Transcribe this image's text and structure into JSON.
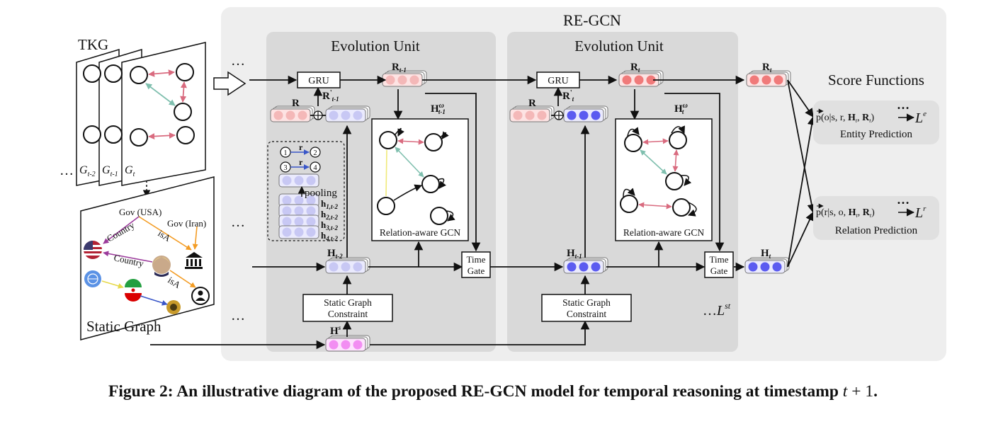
{
  "title": "RE-GCN",
  "left": {
    "tkg_label": "TKG",
    "graph_labels": [
      "G",
      "G",
      "G"
    ],
    "graph_subs": [
      "t-2",
      "t-1",
      "t"
    ],
    "ellipsis": "…"
  },
  "static_graph": {
    "label": "Static Graph",
    "edge_labels": [
      "Gov (USA)",
      "Gov (Iran)",
      "Country",
      "isA",
      "Country",
      "isA"
    ]
  },
  "units": [
    {
      "title": "Evolution Unit",
      "gru": "GRU",
      "r_in": "R",
      "r_in_sub": "t-1",
      "r_static": "R",
      "r_prime": "R",
      "r_prime_sup": "'",
      "r_prime_sub": "t-1",
      "h_omega": "H",
      "h_omega_sup": "ω",
      "h_omega_sub": "t-1",
      "gcn": "Relation-aware GCN",
      "h_in": "H",
      "h_in_sub": "t-2",
      "time_gate": [
        "Time",
        "Gate"
      ],
      "sgc": [
        "Static Graph",
        "Constraint"
      ]
    },
    {
      "title": "Evolution Unit",
      "gru": "GRU",
      "r_in": "R",
      "r_in_sub": "t",
      "r_static": "R",
      "r_prime": "R",
      "r_prime_sup": "'",
      "r_prime_sub": "t",
      "h_omega": "H",
      "h_omega_sup": "ω",
      "h_omega_sub": "t",
      "gcn": "Relation-aware GCN",
      "h_in": "H",
      "h_in_sub": "t-1",
      "time_gate": [
        "Time",
        "Gate"
      ],
      "sgc": [
        "Static Graph",
        "Constraint"
      ]
    }
  ],
  "pooling": {
    "label": "pooling",
    "r_label": "r",
    "nodes": [
      "1",
      "2",
      "3",
      "4"
    ],
    "rows": [
      {
        "h": "h",
        "sub": "1,t-2"
      },
      {
        "h": "h",
        "sub": "2,t-2"
      },
      {
        "h": "h",
        "sub": "3,t-2"
      },
      {
        "h": "h",
        "sub": "4,t-2"
      }
    ]
  },
  "static_h": {
    "h": "H",
    "sup": "s"
  },
  "layers": {
    "ellipsis": "…",
    "L": "L",
    "L_sup": "st"
  },
  "outputs": {
    "r_out": "R",
    "r_out_sub": "t",
    "h_out": "H",
    "h_out_sub": "t"
  },
  "score": {
    "title": "Score Functions",
    "entity": {
      "formula_lhs": "p(o|s, r, ",
      "H": "H",
      "H_sub": "t",
      "R": "R",
      "R_sub": "t",
      "ellipsis": "…",
      "L": "L",
      "L_sup": "e",
      "label": "Entity Prediction"
    },
    "relation": {
      "formula_lhs": "p(r|s, o, ",
      "H": "H",
      "H_sub": "t",
      "R": "R",
      "R_sub": "t",
      "ellipsis": "…",
      "L": "L",
      "L_sup": "r",
      "label": "Relation Prediction"
    }
  },
  "caption": {
    "text": "Figure 2: An illustrative diagram of the proposed RE-GCN model for temporal reasoning at timestamp ",
    "math_t": "t",
    "math_rest": " + 1",
    "period": "."
  },
  "colors": {
    "panel_bg": "#eeeeee",
    "unit_bg": "#d9d9d9",
    "score_box": "#e0e0e0",
    "r_light": "#f4b8b8",
    "r_dark": "#f07a7a",
    "h_light": "#c8c8f4",
    "h_dark": "#5b5bf0",
    "h_static": "#f28ef2",
    "edge_red": "#d96b7f",
    "edge_teal": "#7fbfae",
    "edge_yellow": "#f0ea7a",
    "purple": "#9b3a9b",
    "orange": "#f39c24",
    "blue_arrow": "#3a57c8"
  }
}
